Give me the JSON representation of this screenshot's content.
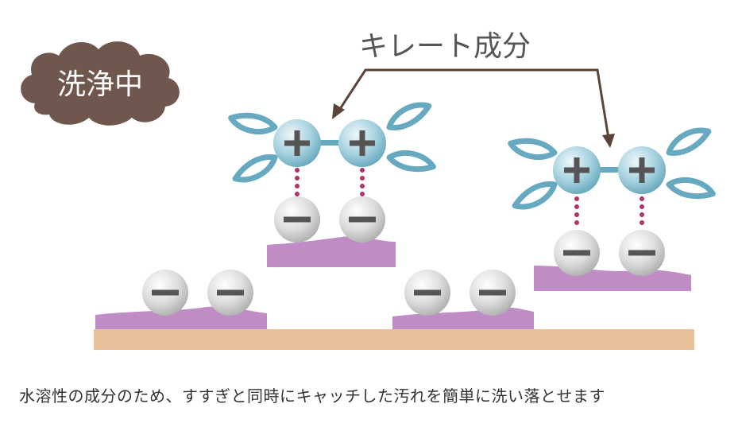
{
  "badge": {
    "label": "洗浄中"
  },
  "annotation": {
    "label": "キレート成分"
  },
  "caption": "水溶性の成分のため、すすぎと同時にキャッチした汚れを簡単に洗い落とせます",
  "colors": {
    "badge_fill": "#6f574e",
    "badge_text": "#ffffff",
    "arrow": "#5c4338",
    "leaf_stroke": "#66a9c0",
    "leaf_fill": "#ffffff",
    "plus_ion": "#78b4c8",
    "minus_ion": "#d4d4d4",
    "sign": "#555555",
    "dots": "#b0346a",
    "dirt": "#c08cc6",
    "base": "#e8c19a"
  },
  "icons": {
    "positive_ion": "plus-circle",
    "negative_ion": "minus-circle",
    "chelate_arm": "leaf-ligand"
  }
}
